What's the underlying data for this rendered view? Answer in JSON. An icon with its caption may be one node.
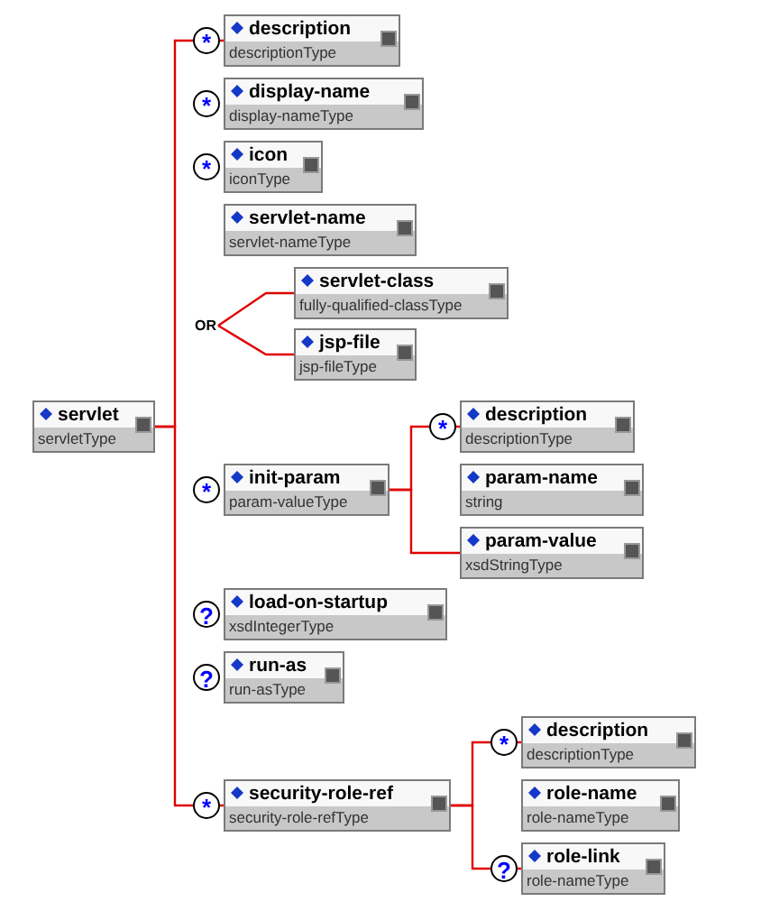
{
  "diagram": {
    "nodes": [
      {
        "text": [
          "servlet",
          "servletType"
        ]
      },
      {
        "text": [
          "description",
          "descriptionType"
        ],
        "beside": [
          "*"
        ]
      },
      {
        "text": [
          "display-name",
          "display-nameType"
        ],
        "beside": [
          "*"
        ]
      },
      {
        "text": [
          "icon",
          "iconType"
        ],
        "beside": [
          "*"
        ]
      },
      {
        "text": [
          "servlet-name",
          "servlet-nameType"
        ]
      },
      {
        "text": [
          "OR"
        ]
      },
      {
        "text": [
          "servlet-class",
          "fully-qualified-classType"
        ]
      },
      {
        "text": [
          "jsp-file",
          "jsp-fileType"
        ]
      },
      {
        "text": [
          "init-param",
          "param-valueType"
        ],
        "beside": [
          "*"
        ]
      },
      {
        "text": [
          "description",
          "descriptionType"
        ],
        "beside": [
          "*"
        ]
      },
      {
        "text": [
          "param-name",
          "string"
        ]
      },
      {
        "text": [
          "param-value",
          "xsdStringType"
        ]
      },
      {
        "text": [
          "load-on-startup",
          "xsdIntegerType"
        ],
        "beside": [
          "?"
        ]
      },
      {
        "text": [
          "run-as",
          "run-asType"
        ],
        "beside": [
          "?"
        ]
      },
      {
        "text": [
          "security-role-ref",
          "security-role-refType"
        ],
        "beside": [
          "*"
        ]
      },
      {
        "text": [
          "description",
          "descriptionType"
        ],
        "beside": [
          "*"
        ]
      },
      {
        "text": [
          "role-name",
          "role-nameType"
        ]
      },
      {
        "text": [
          "role-link",
          "role-nameType"
        ],
        "beside": [
          "?"
        ]
      }
    ],
    "edges": [
      {
        "from": 0,
        "to": 1,
        "arrow": "none"
      },
      {
        "from": 0,
        "to": 14,
        "arrow": "none"
      },
      {
        "from": 5,
        "to": 6,
        "arrow": "none"
      },
      {
        "from": 5,
        "to": 7,
        "arrow": "none"
      },
      {
        "from": 8,
        "to": 9,
        "arrow": "none"
      },
      {
        "from": 8,
        "to": 11,
        "arrow": "none"
      },
      {
        "from": 14,
        "to": 15,
        "arrow": "none"
      },
      {
        "from": 14,
        "to": 17,
        "arrow": "none"
      }
    ]
  }
}
